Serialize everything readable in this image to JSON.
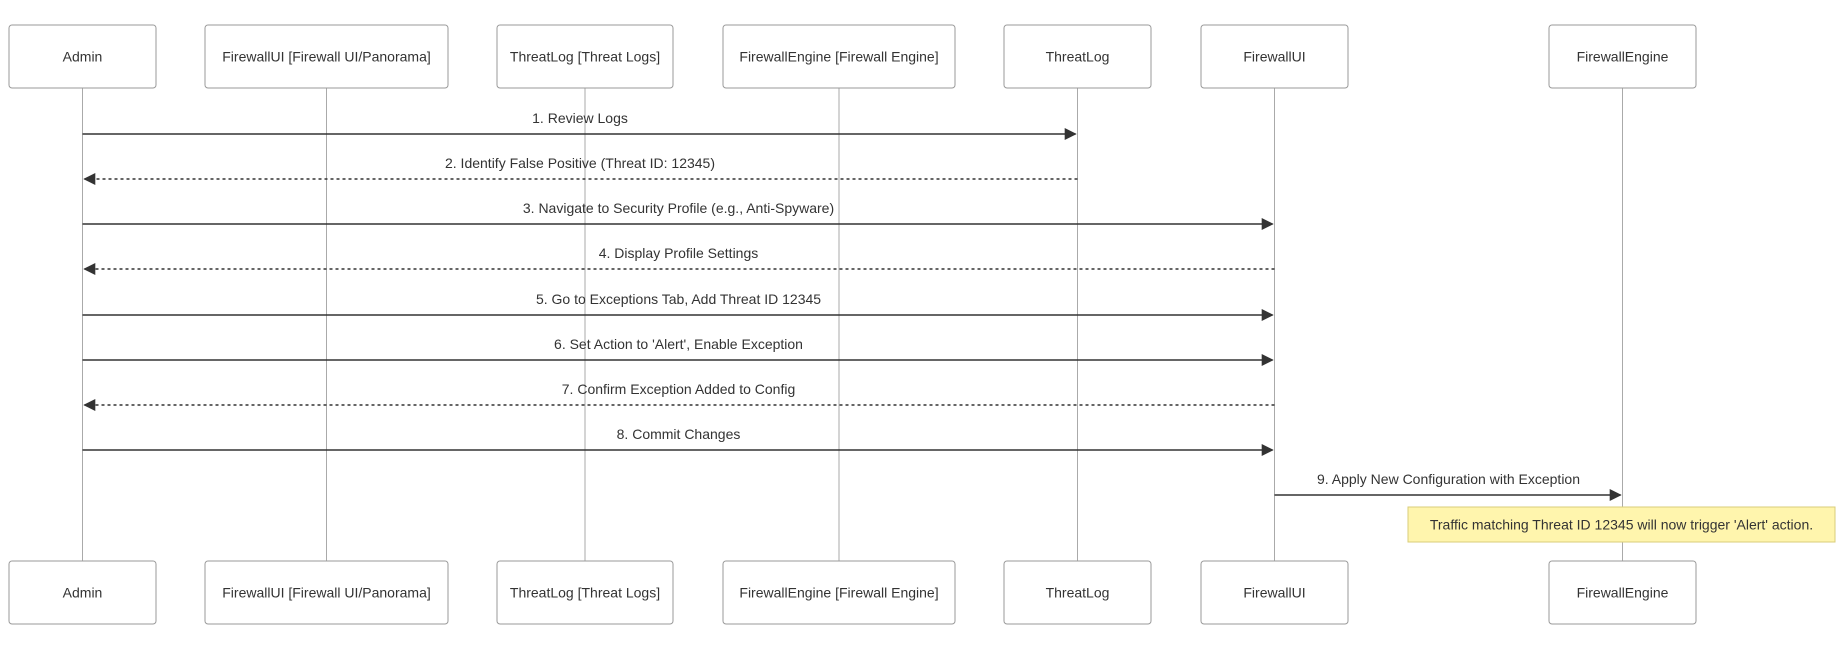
{
  "diagram": {
    "type": "sequence",
    "colors": {
      "line": "#333333",
      "lifeline": "#aaaaaa",
      "box_border": "#9a9a9a",
      "note_fill": "#fff5ad",
      "note_border": "#d9cd7a"
    },
    "actors": [
      {
        "id": "admin",
        "label": "Admin"
      },
      {
        "id": "fwui_full",
        "label": "FirewallUI [Firewall UI/Panorama]"
      },
      {
        "id": "tl_full",
        "label": "ThreatLog [Threat Logs]"
      },
      {
        "id": "fe_full",
        "label": "FirewallEngine [Firewall Engine]"
      },
      {
        "id": "tl",
        "label": "ThreatLog"
      },
      {
        "id": "fwui",
        "label": "FirewallUI"
      },
      {
        "id": "fe",
        "label": "FirewallEngine"
      }
    ],
    "messages": [
      {
        "from": "admin",
        "to": "tl",
        "style": "solid",
        "label": "1. Review Logs"
      },
      {
        "from": "tl",
        "to": "admin",
        "style": "dotted",
        "label": "2. Identify False Positive (Threat ID: 12345)"
      },
      {
        "from": "admin",
        "to": "fwui",
        "style": "solid",
        "label": "3. Navigate to Security Profile (e.g., Anti-Spyware)"
      },
      {
        "from": "fwui",
        "to": "admin",
        "style": "dotted",
        "label": "4. Display Profile Settings"
      },
      {
        "from": "admin",
        "to": "fwui",
        "style": "solid",
        "label": "5. Go to Exceptions Tab, Add Threat ID 12345"
      },
      {
        "from": "admin",
        "to": "fwui",
        "style": "solid",
        "label": "6. Set Action to 'Alert', Enable Exception"
      },
      {
        "from": "fwui",
        "to": "admin",
        "style": "dotted",
        "label": "7. Confirm Exception Added to Config"
      },
      {
        "from": "admin",
        "to": "fwui",
        "style": "solid",
        "label": "8. Commit Changes"
      },
      {
        "from": "fwui",
        "to": "fe",
        "style": "solid",
        "label": "9. Apply New Configuration with Exception"
      }
    ],
    "note": {
      "over": "fe",
      "text": "Traffic matching Threat ID 12345 will now trigger 'Alert' action."
    }
  }
}
